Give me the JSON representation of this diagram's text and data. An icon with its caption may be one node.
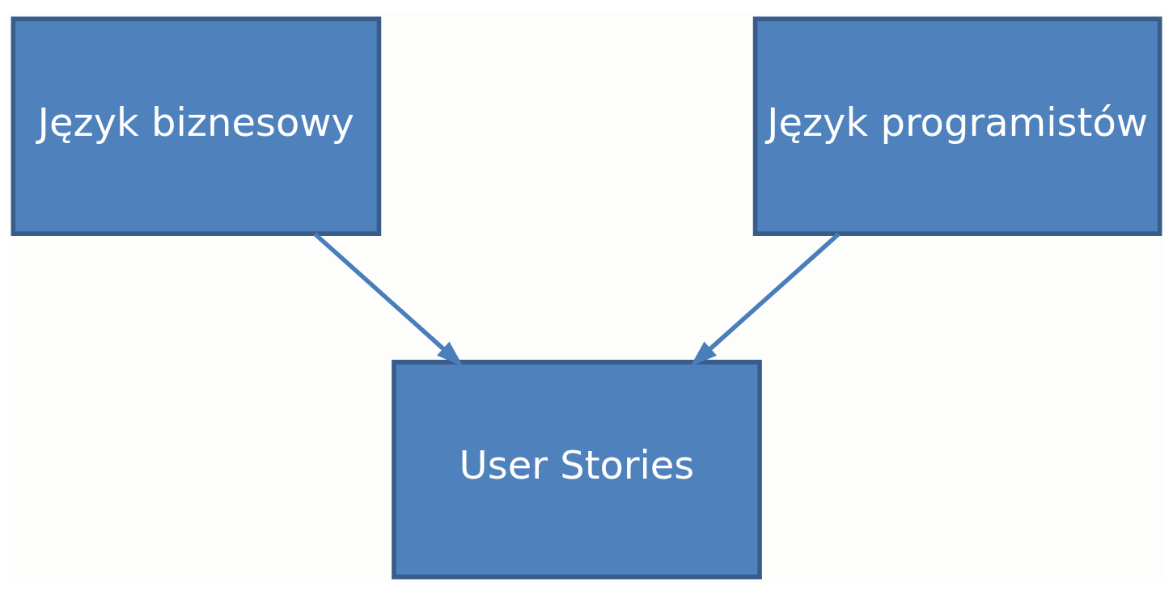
{
  "diagram": {
    "nodes": [
      {
        "text": [
          "Język biznesowy"
        ]
      },
      {
        "text": [
          "Język programistów"
        ]
      },
      {
        "text": [
          "User Stories"
        ]
      }
    ],
    "edges": [
      {
        "from": 0,
        "to": 2,
        "arrow": "to"
      },
      {
        "from": 1,
        "to": 2,
        "arrow": "to"
      }
    ]
  }
}
